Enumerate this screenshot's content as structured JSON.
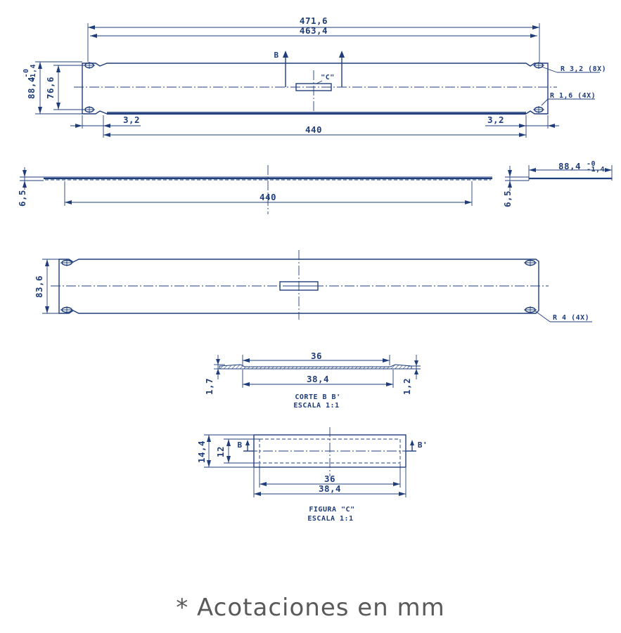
{
  "colors": {
    "line": "#1f3d7a",
    "footnote": "#5a5a5a",
    "background": "#ffffff"
  },
  "top_view": {
    "overall_width": "471,6",
    "hole_spacing": "463,4",
    "inner_length": "440",
    "height_tol": "88,4",
    "height_tol_sup": "-0",
    "height_tol_sub": "-1,4",
    "hole_pitch": "76,6",
    "edge_left": "3,2",
    "edge_right": "3,2",
    "radius_holes": "R 3,2 (8X)",
    "radius_corners": "R 1,6 (4X)",
    "section_mark_left": "B",
    "detail_mark": "\"C\""
  },
  "side_view": {
    "thickness": "6,5",
    "length": "440"
  },
  "end_view": {
    "thickness": "6,5",
    "height_tol": "88,4",
    "height_tol_sup": "-0",
    "height_tol_sub": "-1,4"
  },
  "flat_view": {
    "height": "83,6",
    "radius": "R 4 (4X)"
  },
  "section_bb": {
    "width_inner": "36",
    "width_outer": "38,4",
    "depth_left": "1,7",
    "depth_right": "1,2",
    "title": "CORTE B B'",
    "scale": "ESCALA  1:1"
  },
  "figure_c": {
    "height_outer": "14,4",
    "height_inner": "12",
    "width_inner": "36",
    "width_outer": "38,4",
    "mark_left": "B",
    "mark_right": "B'",
    "title": "FIGURA  \"C\"",
    "scale": "ESCALA  1:1"
  },
  "footnote": "* Acotaciones en mm"
}
